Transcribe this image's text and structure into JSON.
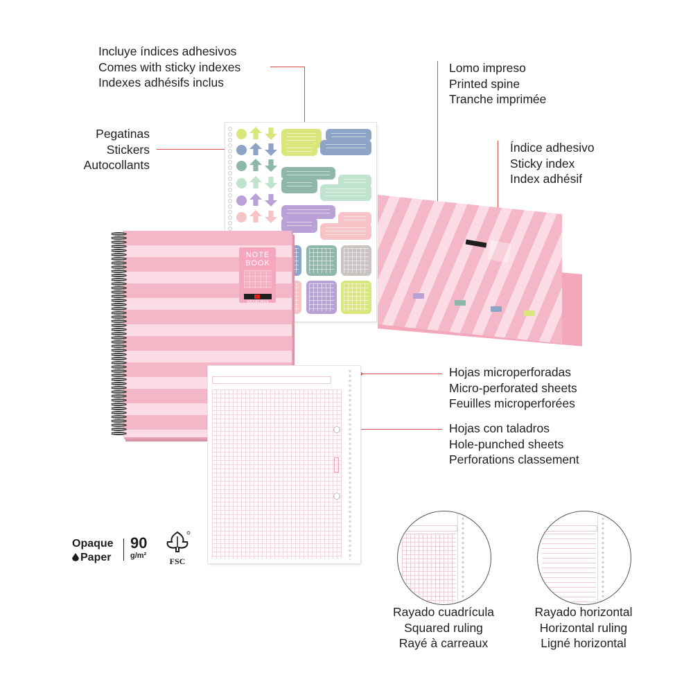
{
  "callouts": {
    "indexes": [
      "Incluye índices adhesivos",
      "Comes with sticky indexes",
      "Indexes adhésifs inclus"
    ],
    "stickers": [
      "Pegatinas",
      "Stickers",
      "Autocollants"
    ],
    "spine": [
      "Lomo impreso",
      "Printed spine",
      "Tranche imprimée"
    ],
    "sticky_index": [
      "Índice adhesivo",
      "Sticky index",
      "Index adhésif"
    ],
    "microperforated": [
      "Hojas microperforadas",
      "Micro-perforated sheets",
      "Feuilles microperforées"
    ],
    "hole_punched": [
      "Hojas con taladros",
      "Hole-punched sheets",
      "Perforations classement"
    ]
  },
  "rulings": {
    "squared": [
      "Rayado cuadrícula",
      "Squared ruling",
      "Rayé à carreaux"
    ],
    "horizontal": [
      "Rayado horizontal",
      "Horizontal ruling",
      "Ligné horizontal"
    ]
  },
  "notebook": {
    "title_line1": "NOTE",
    "title_line2": "BOOK",
    "brand": "MIQUELRIUS"
  },
  "badges": {
    "opaque_line1": "Opaque",
    "opaque_line2": "Paper",
    "weight": "90",
    "weight_unit": "g/m²",
    "fsc": "FSC"
  },
  "colors": {
    "accent_line": "#d94a4a",
    "pink_stripe": "#f3b7c7",
    "light_stripe": "#fbdce6",
    "sticker_lime": "#d9e67c",
    "sticker_blue": "#8ea4c6",
    "sticker_green": "#8fb7a8",
    "sticker_mint": "#bfe3cf",
    "sticker_purple": "#b9a0d6",
    "sticker_pink": "#f6c3c7",
    "sticker_grey": "#c9c4c1"
  }
}
